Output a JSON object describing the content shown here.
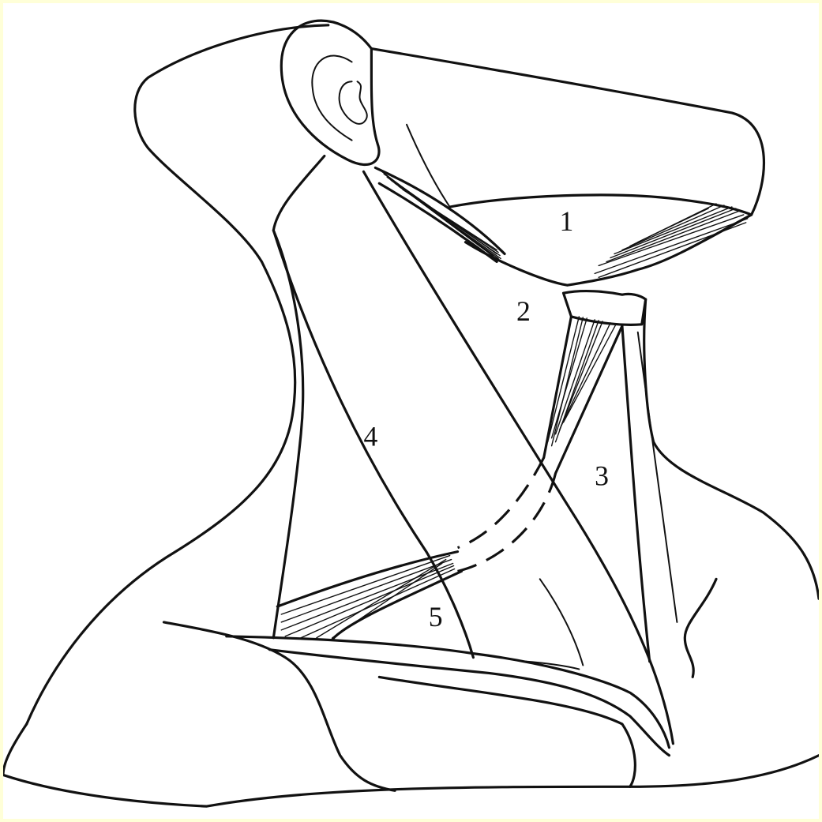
{
  "diagram": {
    "labels": [
      {
        "id": "region-1",
        "text": "1"
      },
      {
        "id": "region-2",
        "text": "2"
      },
      {
        "id": "region-3",
        "text": "3"
      },
      {
        "id": "region-4",
        "text": "4"
      },
      {
        "id": "region-5",
        "text": "5"
      }
    ]
  },
  "colors": {
    "background_border": "#ffffd8",
    "canvas": "#ffffff",
    "ink": "#111111"
  }
}
